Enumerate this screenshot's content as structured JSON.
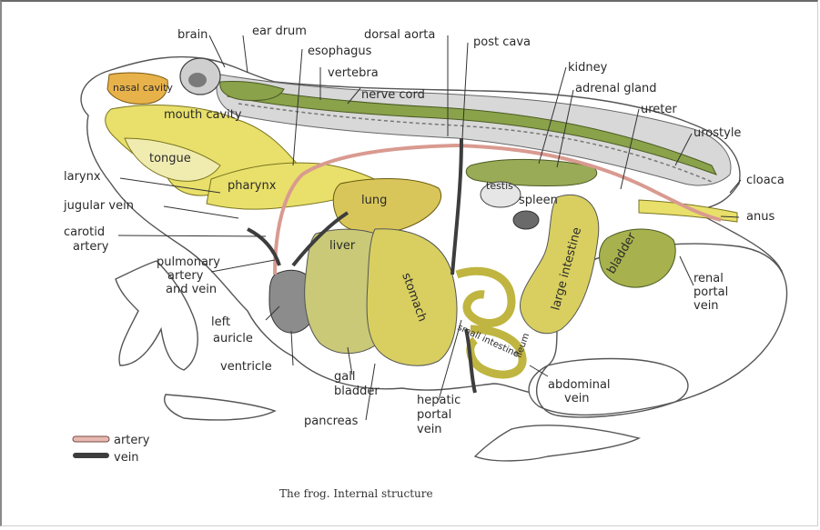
{
  "labels": {
    "brain": "brain",
    "ear_drum": "ear drum",
    "dorsal_aorta": "dorsal aorta",
    "post_cava": "post cava",
    "esophagus": "esophagus",
    "vertebra": "vertebra",
    "nerve_cord": "nerve cord",
    "kidney": "kidney",
    "adrenal_gland": "adrenal gland",
    "ureter": "ureter",
    "urostyle": "urostyle",
    "cloaca": "cloaca",
    "anus": "anus",
    "nasal_cavity": "nasal cavity",
    "mouth_cavity": "mouth cavity",
    "tongue": "tongue",
    "larynx": "larynx",
    "jugular_vein": "jugular vein",
    "carotid_artery_1": "carotid",
    "carotid_artery_2": "artery",
    "pharynx": "pharynx",
    "lung": "lung",
    "spleen": "spleen",
    "testis": "testis",
    "pulmonary_1": "pulmonary",
    "pulmonary_2": "artery",
    "pulmonary_3": "and vein",
    "liver": "liver",
    "stomach": "stomach",
    "large_intestine": "large intestine",
    "bladder": "bladder",
    "renal_portal_1": "renal",
    "renal_portal_2": "portal",
    "renal_portal_3": "vein",
    "left_auricle_1": "left",
    "left_auricle_2": "auricle",
    "ventricle": "ventricle",
    "gall_bladder_1": "gall",
    "gall_bladder_2": "bladder",
    "pancreas": "pancreas",
    "hepatic_1": "hepatic",
    "hepatic_2": "portal",
    "hepatic_3": "vein",
    "abdominal_1": "abdominal",
    "abdominal_2": "vein",
    "small_intestine": "small intestine",
    "ileum": "ileum"
  },
  "legend": {
    "artery": "artery",
    "vein": "vein"
  },
  "caption": "The frog. Internal structure",
  "colors": {
    "yellow": "#e8e06a",
    "olive": "#c9c978",
    "green_cord": "#8aa24a",
    "orange": "#e8b24a",
    "artery": "#e7b9b0",
    "vein": "#3d3d3d",
    "gray_organ": "#8c8c8c"
  }
}
